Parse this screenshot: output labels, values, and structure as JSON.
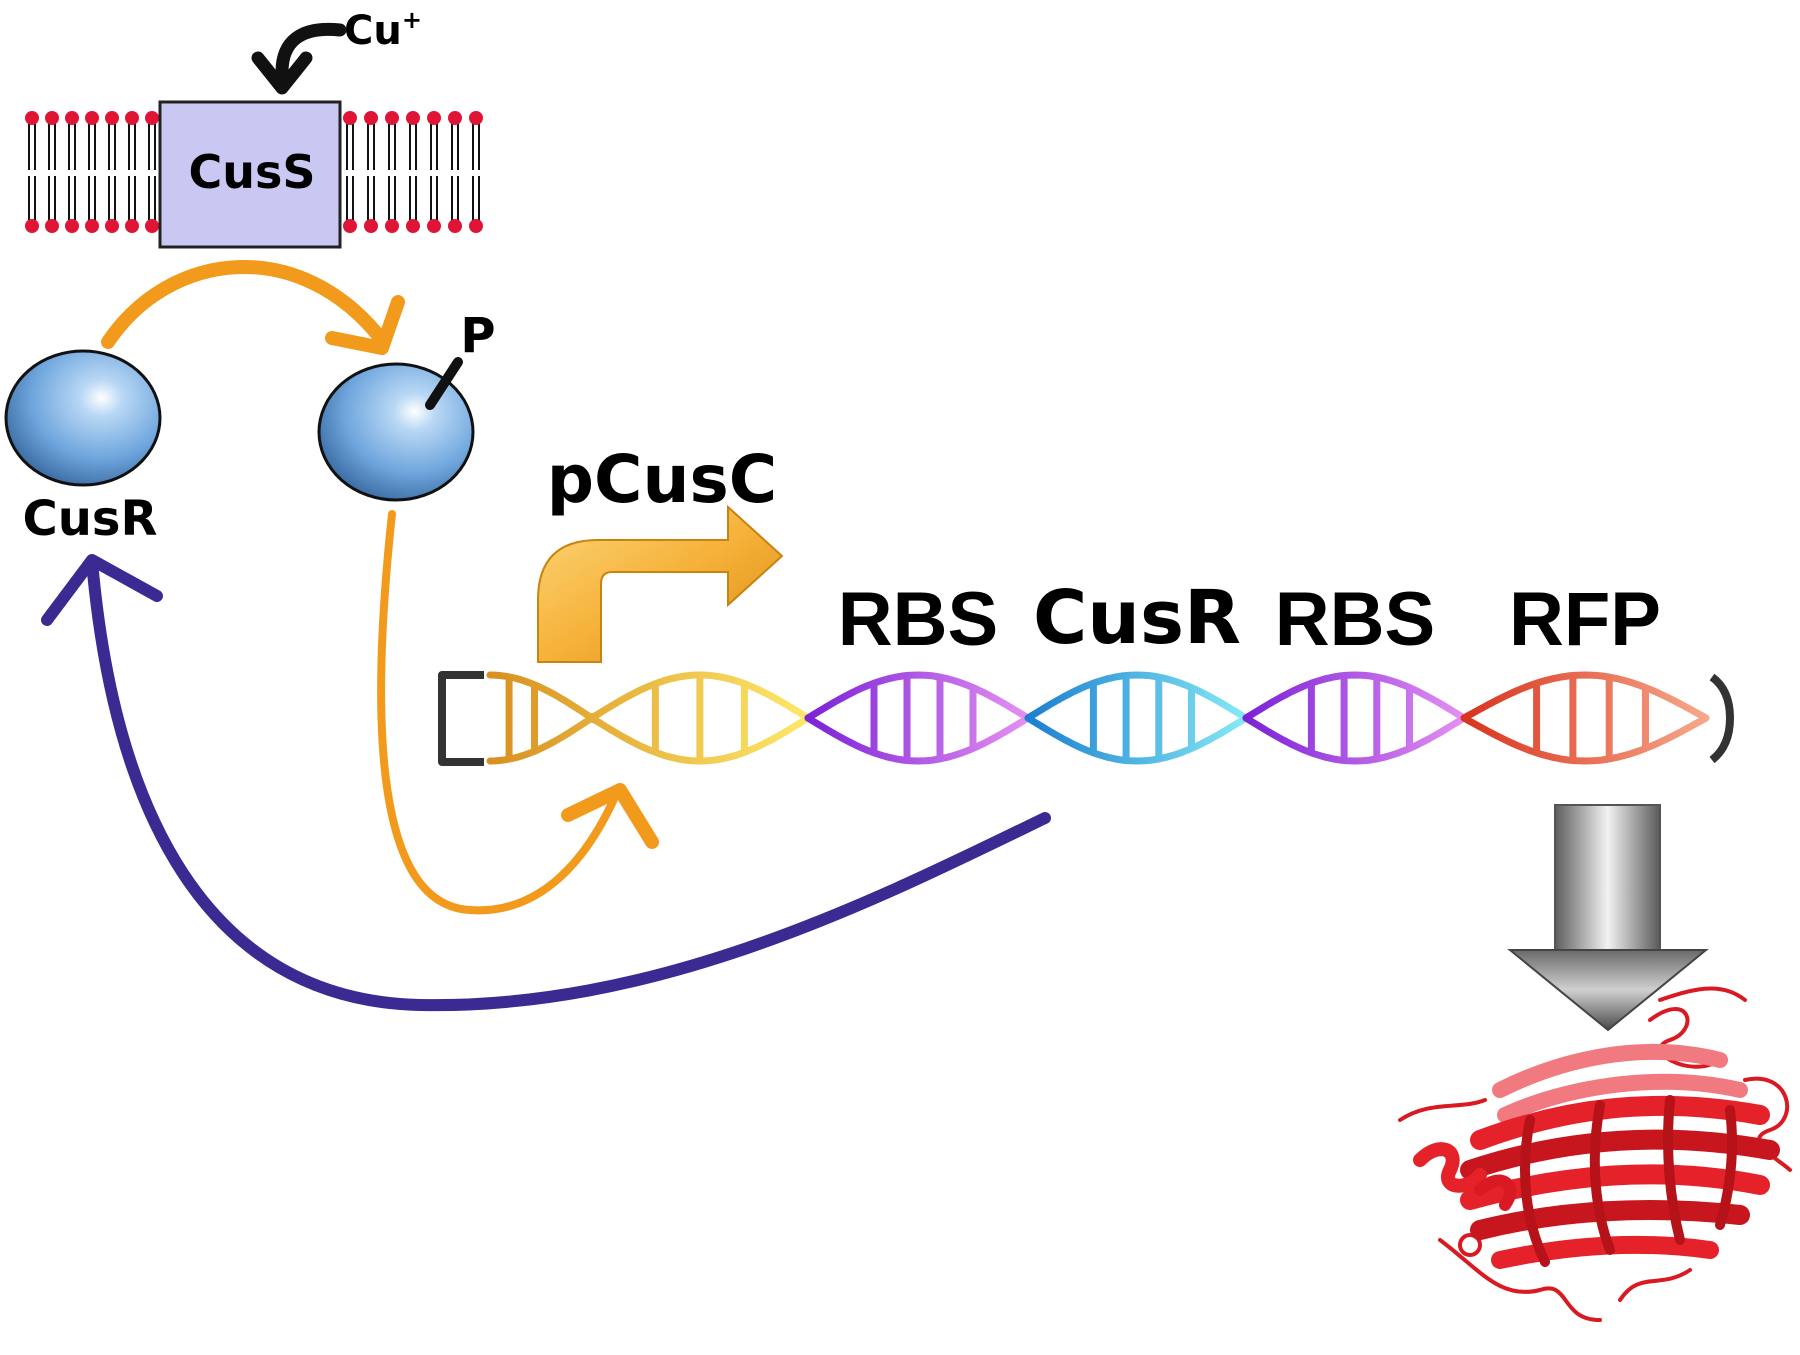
{
  "diagram": {
    "copper_ion": {
      "label": "Cu",
      "charge": "+"
    },
    "membrane_protein": {
      "label": "CusS",
      "fill": "#c9c8f2"
    },
    "regulator_label": "CusR",
    "phospho_label": "P",
    "promoter_label": "pCusC",
    "dna_segments": [
      {
        "key": "promoter",
        "label": "",
        "colors": [
          "#d99020",
          "#fde86a"
        ]
      },
      {
        "key": "rbs1",
        "label": "RBS",
        "colors": [
          "#7b22d6",
          "#e590f2"
        ]
      },
      {
        "key": "cusr",
        "label": "CusR",
        "colors": [
          "#1c7fd0",
          "#86eaf5"
        ]
      },
      {
        "key": "rbs2",
        "label": "RBS",
        "colors": [
          "#7b22d6",
          "#e590f2"
        ]
      },
      {
        "key": "rfp",
        "label": "RFP",
        "colors": [
          "#d8341e",
          "#f7a88a"
        ]
      }
    ],
    "colors": {
      "activation_arrow": "#f29a1c",
      "feedback_arrow": "#3b2a92",
      "lipid_head": "#e01535",
      "protein_sphere": "#6fa6dd",
      "promoter_arrow": "#f6b23a",
      "expression_arrow": "#8a8a8a",
      "rfp_protein": "#e52229"
    }
  }
}
